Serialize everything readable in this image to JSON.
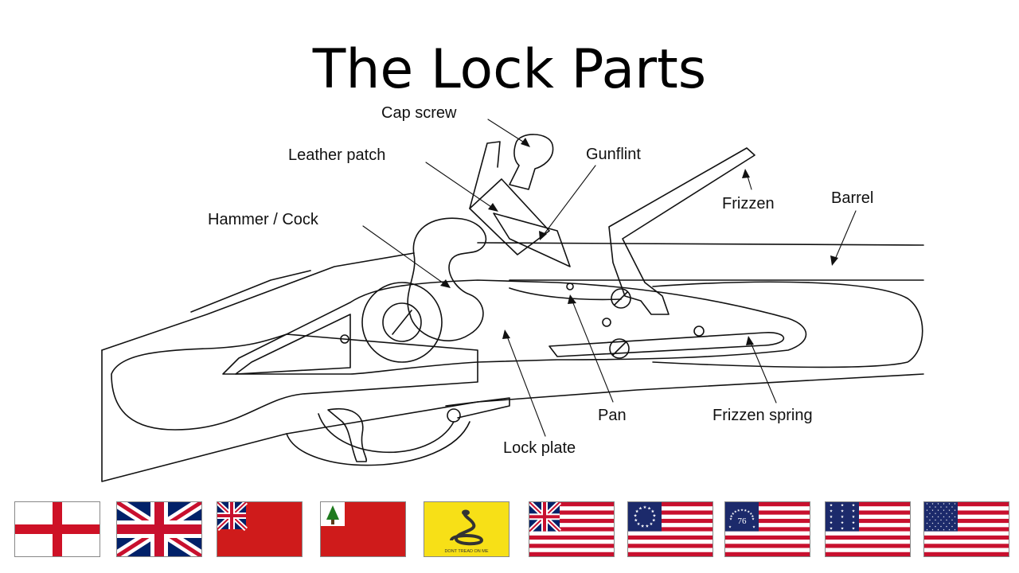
{
  "slide": {
    "title": "The Lock Parts"
  },
  "callouts": {
    "cap_screw": "Cap screw",
    "leather_patch": "Leather patch",
    "gunflint": "Gunflint",
    "frizzen": "Frizzen",
    "barrel": "Barrel",
    "hammer_cock": "Hammer / Cock",
    "pan": "Pan",
    "frizzen_spring": "Frizzen spring",
    "lock_plate": "Lock plate"
  },
  "flags": [
    {
      "name": "st-georges-cross-flag",
      "colors": [
        "#ffffff",
        "#ce1126"
      ]
    },
    {
      "name": "union-jack-flag",
      "colors": [
        "#012169",
        "#ffffff",
        "#c8102e"
      ]
    },
    {
      "name": "british-red-ensign-flag",
      "colors": [
        "#cf1b1b",
        "#012169",
        "#ffffff"
      ]
    },
    {
      "name": "new-england-pine-tree-flag",
      "colors": [
        "#cf1b1b",
        "#ffffff",
        "#1f7a1f"
      ]
    },
    {
      "name": "gadsden-flag",
      "colors": [
        "#f7e017",
        "#333333"
      ],
      "motto": "DONT TREAD ON ME"
    },
    {
      "name": "grand-union-flag",
      "colors": [
        "#c8102e",
        "#ffffff",
        "#012169"
      ]
    },
    {
      "name": "betsy-ross-flag",
      "colors": [
        "#c8102e",
        "#ffffff",
        "#1c2a6b"
      ]
    },
    {
      "name": "bennington-76-flag",
      "colors": [
        "#c8102e",
        "#ffffff",
        "#1c2a6b"
      ],
      "text": "76"
    },
    {
      "name": "star-spangled-banner-flag",
      "colors": [
        "#c8102e",
        "#ffffff",
        "#1c2a6b"
      ]
    },
    {
      "name": "us-50-star-flag",
      "colors": [
        "#c8102e",
        "#ffffff",
        "#1c2a6b"
      ]
    }
  ]
}
